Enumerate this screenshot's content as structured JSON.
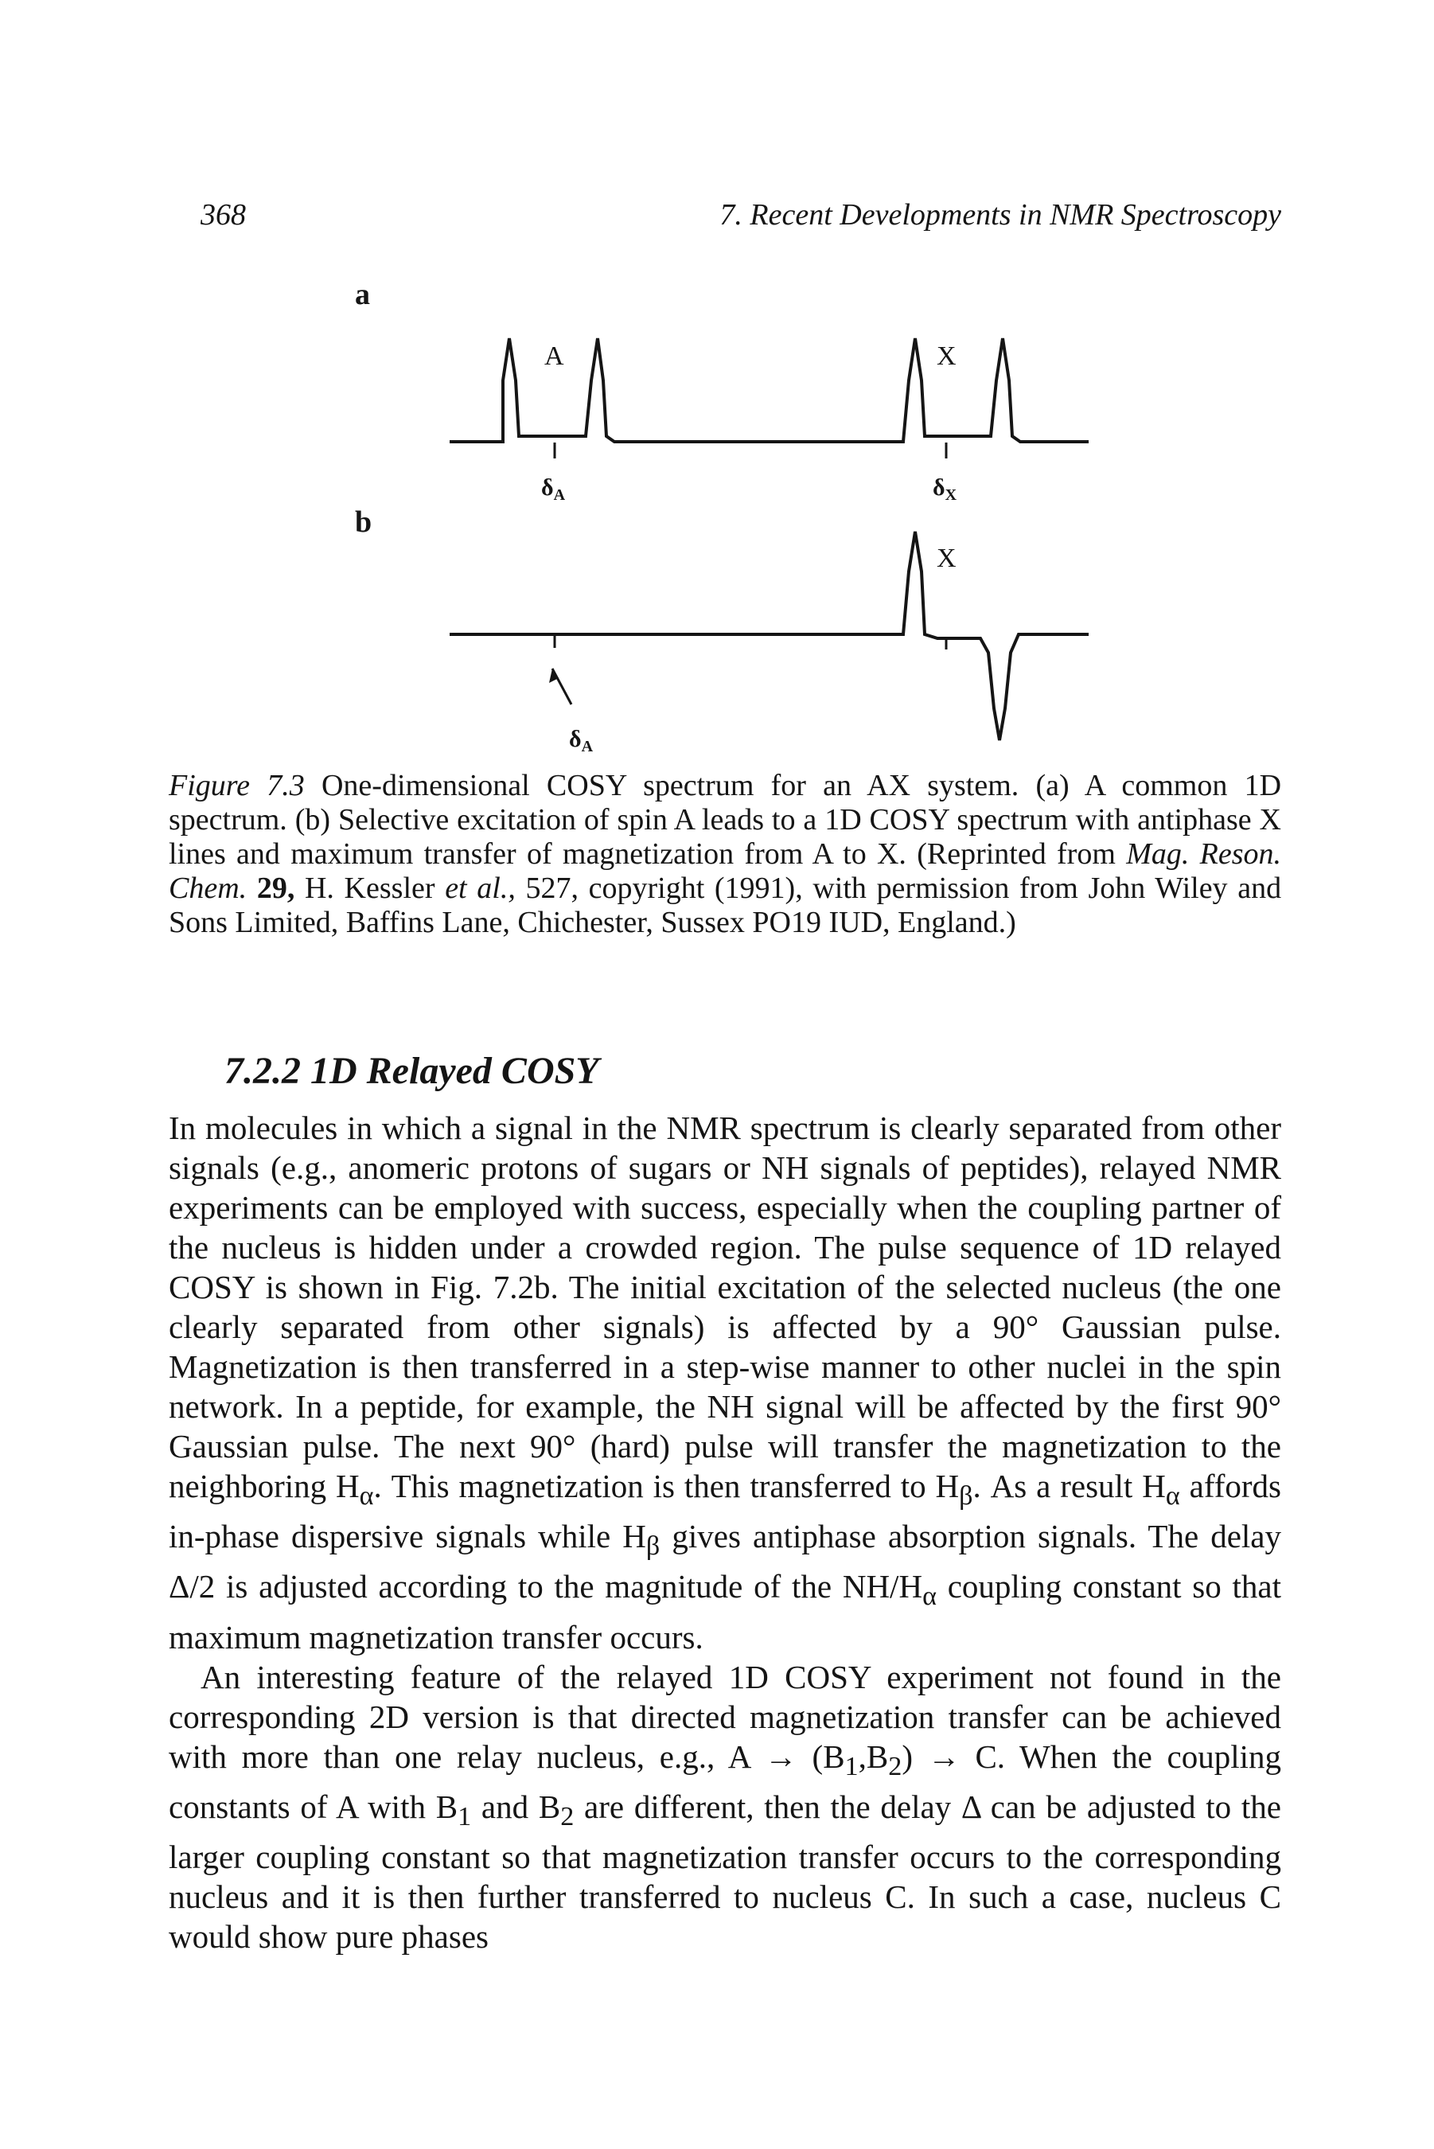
{
  "header": {
    "page_number": "368",
    "running_head": "7. Recent Developments in NMR Spectroscopy"
  },
  "figure": {
    "panel_a_label": "a",
    "panel_b_label": "b",
    "peak_A": "A",
    "peak_X": "X",
    "peak_X_b": "X",
    "delta_A_symbol": "δ",
    "delta_A_sub": "A",
    "delta_X_symbol": "δ",
    "delta_X_sub": "X",
    "delta_A_b_symbol": "δ",
    "delta_A_b_sub": "A"
  },
  "caption": {
    "label": "Figure 7.3",
    "text_1": "One-dimensional COSY spectrum for an AX system. (a) A common 1D spectrum. (b) Selective excitation of spin A leads to a 1D COSY spectrum with antiphase X lines and maximum transfer of magnetization from A to X. (Reprinted from",
    "journal": "Mag. Reson. Chem.",
    "volume": "29,",
    "text_2": "H. Kessler",
    "etal": "et al.,",
    "text_3": "527, copyright (1991), with permission from John Wiley and Sons Limited, Baffins Lane, Chichester, Sussex PO19 IUD, England.)"
  },
  "section": {
    "heading": "7.2.2 1D Relayed COSY"
  },
  "body": {
    "p1_a": "In molecules in which a signal in the NMR spectrum is clearly separated from other signals (e.g., anomeric protons of sugars or NH signals of peptides), relayed NMR experiments can be employed with success, especially when the coupling partner of the nucleus is hidden under a crowded region. The pulse sequence of 1D relayed COSY is shown in Fig. 7.2b. The initial excitation of the selected nucleus (the one clearly separated from other signals) is affected by a 90° Gaussian pulse. Magnetization is then transferred in a step-wise manner to other nuclei in the spin network. In a peptide, for example, the NH signal will be affected by the first 90° Gaussian pulse. The next 90° (hard) pulse will transfer the magnetization to the neighboring H",
    "sub_alpha": "α",
    "p1_b": ". This magnetization is then transferred to H",
    "sub_beta": "β",
    "p1_c": ". As a result H",
    "sub_alpha2": "α",
    "p1_d": " affords in-phase dispersive signals while H",
    "sub_beta2": "β",
    "p1_e": " gives antiphase absorption signals. The delay Δ/2 is adjusted according to the magnitude of the NH/H",
    "sub_alpha3": "α",
    "p1_f": " coupling constant so that maximum magnetization transfer occurs.",
    "p2_a": "An interesting feature of the relayed 1D COSY experiment not found in the corresponding 2D version is that directed magnetization transfer can be achieved with more than one relay nucleus, e.g., A → (B",
    "sub_1": "1",
    "p2_b": ",B",
    "sub_2": "2",
    "p2_c": ") → C. When the coupling constants of A with B",
    "sub_1b": "1",
    "p2_d": " and B",
    "sub_2b": "2",
    "p2_e": " are different, then the delay Δ can be adjusted to the larger coupling constant so that magnetization transfer occurs to the corresponding nucleus and it is then further transferred to nucleus C. In such a case, nucleus C would show pure phases"
  }
}
